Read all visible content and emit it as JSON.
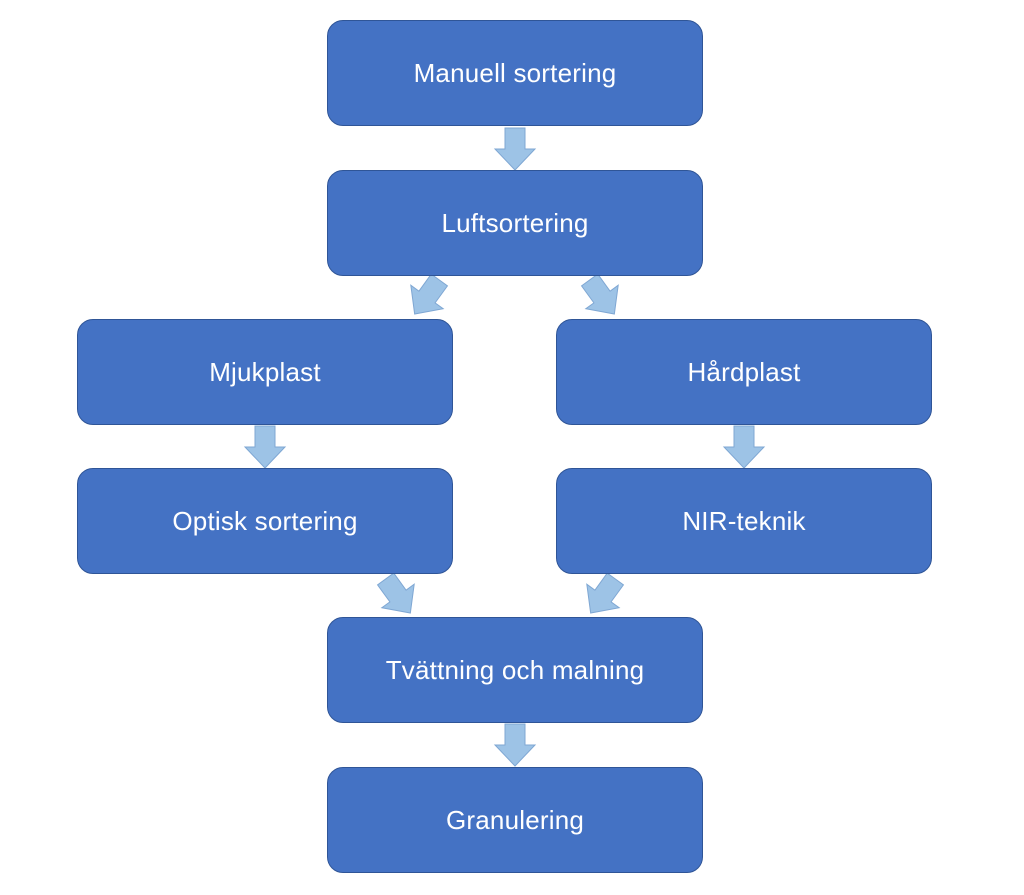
{
  "diagram": {
    "nodes": {
      "manuell": "Manuell sortering",
      "luft": "Luftsortering",
      "mjuk": "Mjukplast",
      "hard": "Hårdplast",
      "optisk": "Optisk sortering",
      "nir": "NIR-teknik",
      "tvatt": "Tvättning och malning",
      "gran": "Granulering"
    },
    "edges": [
      {
        "from": "Manuell sortering",
        "to": "Luftsortering"
      },
      {
        "from": "Luftsortering",
        "to": "Mjukplast"
      },
      {
        "from": "Luftsortering",
        "to": "Hårdplast"
      },
      {
        "from": "Mjukplast",
        "to": "Optisk sortering"
      },
      {
        "from": "Hårdplast",
        "to": "NIR-teknik"
      },
      {
        "from": "Optisk sortering",
        "to": "Tvättning och malning"
      },
      {
        "from": "NIR-teknik",
        "to": "Tvättning och malning"
      },
      {
        "from": "Tvättning och malning",
        "to": "Granulering"
      }
    ],
    "colors": {
      "box_fill": "#4472C4",
      "box_border": "#2F5597",
      "arrow_fill": "#9DC3E6",
      "text": "#FFFFFF"
    }
  }
}
